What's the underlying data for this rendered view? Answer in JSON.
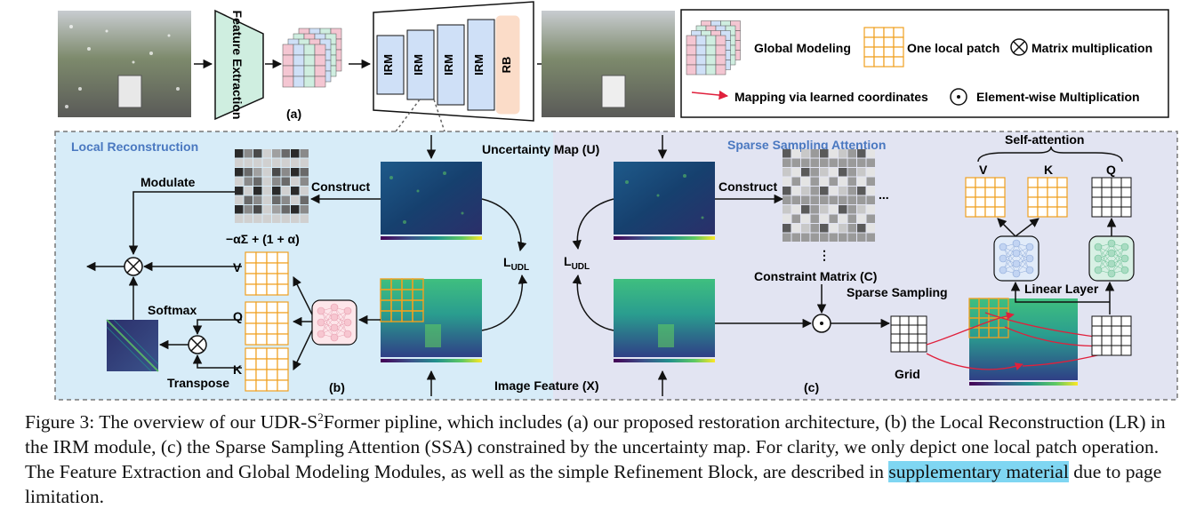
{
  "top": {
    "feature_extraction": "Feature Extraction",
    "irm_label": "IRM",
    "rb_label": "RB",
    "label_a": "(a)"
  },
  "legend": {
    "global_modeling": "Global Modeling",
    "one_local_patch": "One local patch",
    "matrix_multiplication": "Matrix multiplication",
    "mapping": "Mapping via learned coordinates",
    "elementwise": "Element-wise Multiplication"
  },
  "local_reconstruction": {
    "title": "Local Reconstruction",
    "modulate": "Modulate",
    "construct": "Construct",
    "formula": "−αΣ + (1 + α)",
    "softmax": "Softmax",
    "transpose": "Transpose",
    "v": "V",
    "q": "Q",
    "k": "K",
    "label_b": "(b)",
    "l_udl_main": "L",
    "l_udl_sub": "UDL"
  },
  "center": {
    "uncertainty_map": "Uncertainty Map (U)",
    "image_feature": "Image Feature (X)"
  },
  "ssa": {
    "title": "Sparse Sampling Attention",
    "construct": "Construct",
    "ellipsis_h": "...",
    "ellipsis_v": "⋮",
    "constraint_matrix": "Constraint Matrix (C)",
    "sparse_sampling": "Sparse Sampling",
    "grid": "Grid",
    "self_attention": "Self-attention",
    "linear_layer": "Linear Layer",
    "v": "V",
    "k": "K",
    "q": "Q",
    "label_c": "(c)",
    "l_udl_main": "L",
    "l_udl_sub": "UDL"
  },
  "caption": {
    "p1": "Figure 3: The overview of our UDR-S",
    "sup": "2",
    "p2": "Former pipline, which includes (a) our proposed restoration architecture, (b) the Local Reconstruction (LR) in the IRM module, (c) the Sparse Sampling Attention (SSA) constrained by the uncertainty map. For clarity, we only depict one local patch operation. The Feature Extraction and Global Modeling Modules, as well as the simple Refinement Block, are described in ",
    "highlight": "supplementary material",
    "p3": " due to page limitation."
  },
  "colors": {
    "lr_bg": "#d7ecf8",
    "ssa_bg": "#e2e4f2",
    "orange": "#f0a020",
    "red_arrow": "#e0203c",
    "feature_green": "#cfeee0",
    "irm_blue": "#cfe0f7",
    "rb_peach": "#fbdcc8",
    "highlight": "#7fd6f2"
  }
}
